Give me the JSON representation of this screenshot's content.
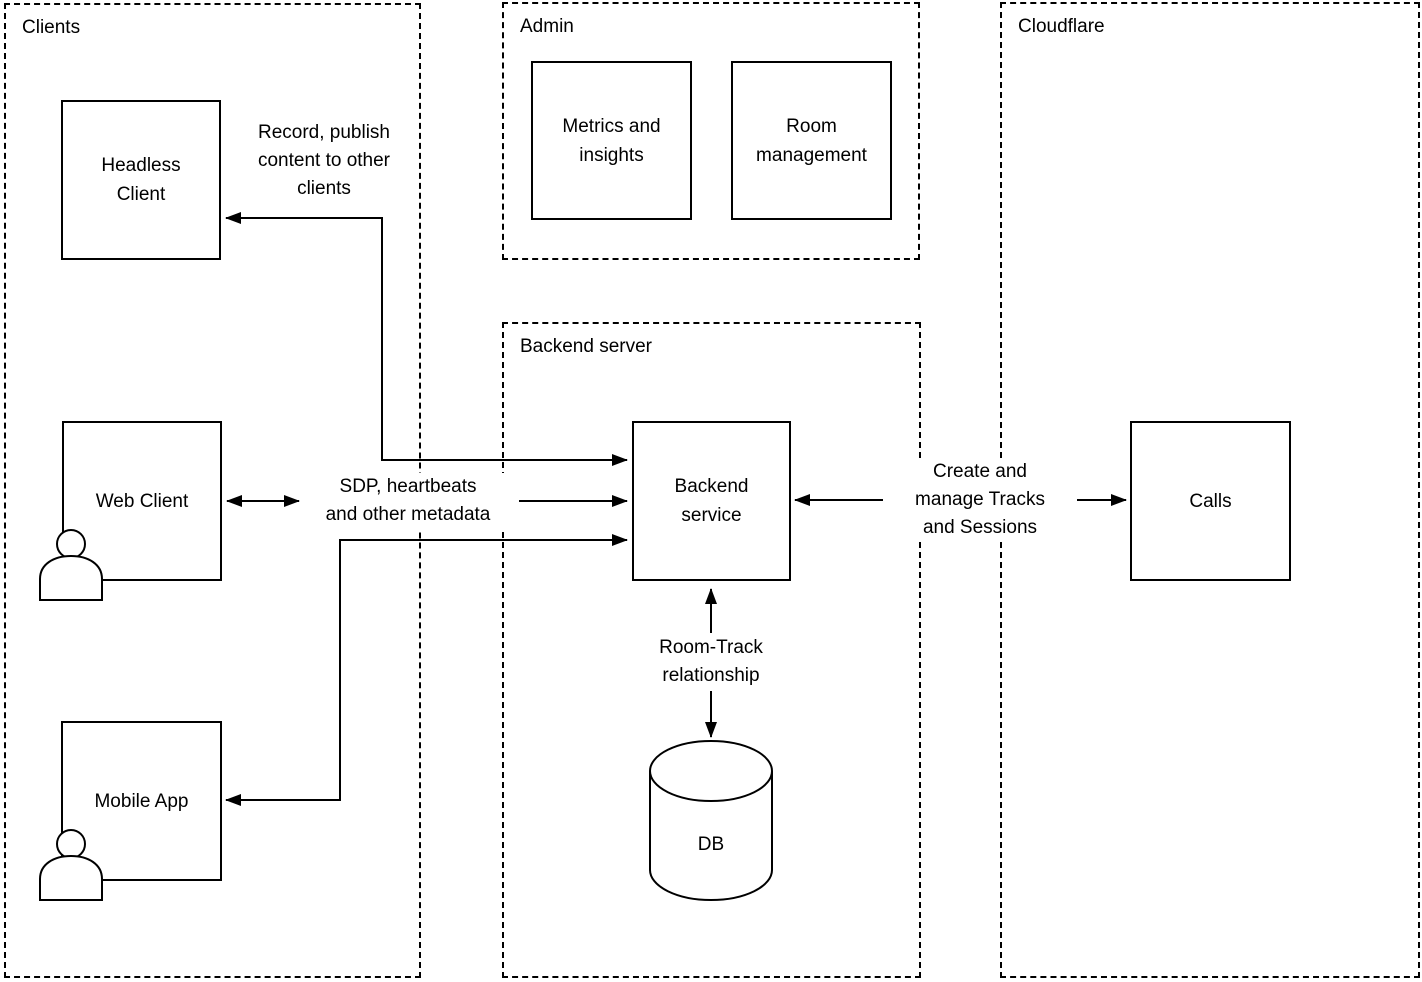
{
  "diagram": {
    "type": "architecture-diagram",
    "colors": {
      "stroke": "#000000",
      "background": "#ffffff",
      "text": "#000000"
    },
    "containers": [
      {
        "id": "clients",
        "title": "Clients"
      },
      {
        "id": "admin",
        "title": "Admin"
      },
      {
        "id": "backend_server",
        "title": "Backend server"
      },
      {
        "id": "cloudflare",
        "title": "Cloudflare"
      }
    ],
    "nodes": [
      {
        "id": "headless_client",
        "label": "Headless\nClient",
        "container": "clients",
        "shape": "rect"
      },
      {
        "id": "web_client",
        "label": "Web Client",
        "container": "clients",
        "shape": "rect",
        "icon": "user-icon"
      },
      {
        "id": "mobile_app",
        "label": "Mobile App",
        "container": "clients",
        "shape": "rect",
        "icon": "user-icon"
      },
      {
        "id": "metrics_insights",
        "label": "Metrics and\ninsights",
        "container": "admin",
        "shape": "rect"
      },
      {
        "id": "room_management",
        "label": "Room\nmanagement",
        "container": "admin",
        "shape": "rect"
      },
      {
        "id": "backend_service",
        "label": "Backend\nservice",
        "container": "backend_server",
        "shape": "rect"
      },
      {
        "id": "calls",
        "label": "Calls",
        "container": "cloudflare",
        "shape": "rect"
      },
      {
        "id": "db",
        "label": "DB",
        "container": "backend_server",
        "shape": "cylinder"
      }
    ],
    "edges": [
      {
        "id": "backend_headless",
        "from": "backend_service",
        "to": "headless_client",
        "bidirectional": true,
        "label": "Record, publish\ncontent to other\nclients"
      },
      {
        "id": "web_backend",
        "from": "web_client",
        "to": "backend_service",
        "bidirectional": true,
        "label": "SDP, heartbeats\nand other metadata"
      },
      {
        "id": "mobile_backend",
        "from": "mobile_app",
        "to": "backend_service",
        "bidirectional": true,
        "label": ""
      },
      {
        "id": "backend_calls",
        "from": "backend_service",
        "to": "calls",
        "bidirectional": true,
        "label": "Create and\nmanage Tracks\nand Sessions"
      },
      {
        "id": "backend_db",
        "from": "backend_service",
        "to": "db",
        "bidirectional": true,
        "label": "Room-Track\nrelationship"
      }
    ]
  }
}
